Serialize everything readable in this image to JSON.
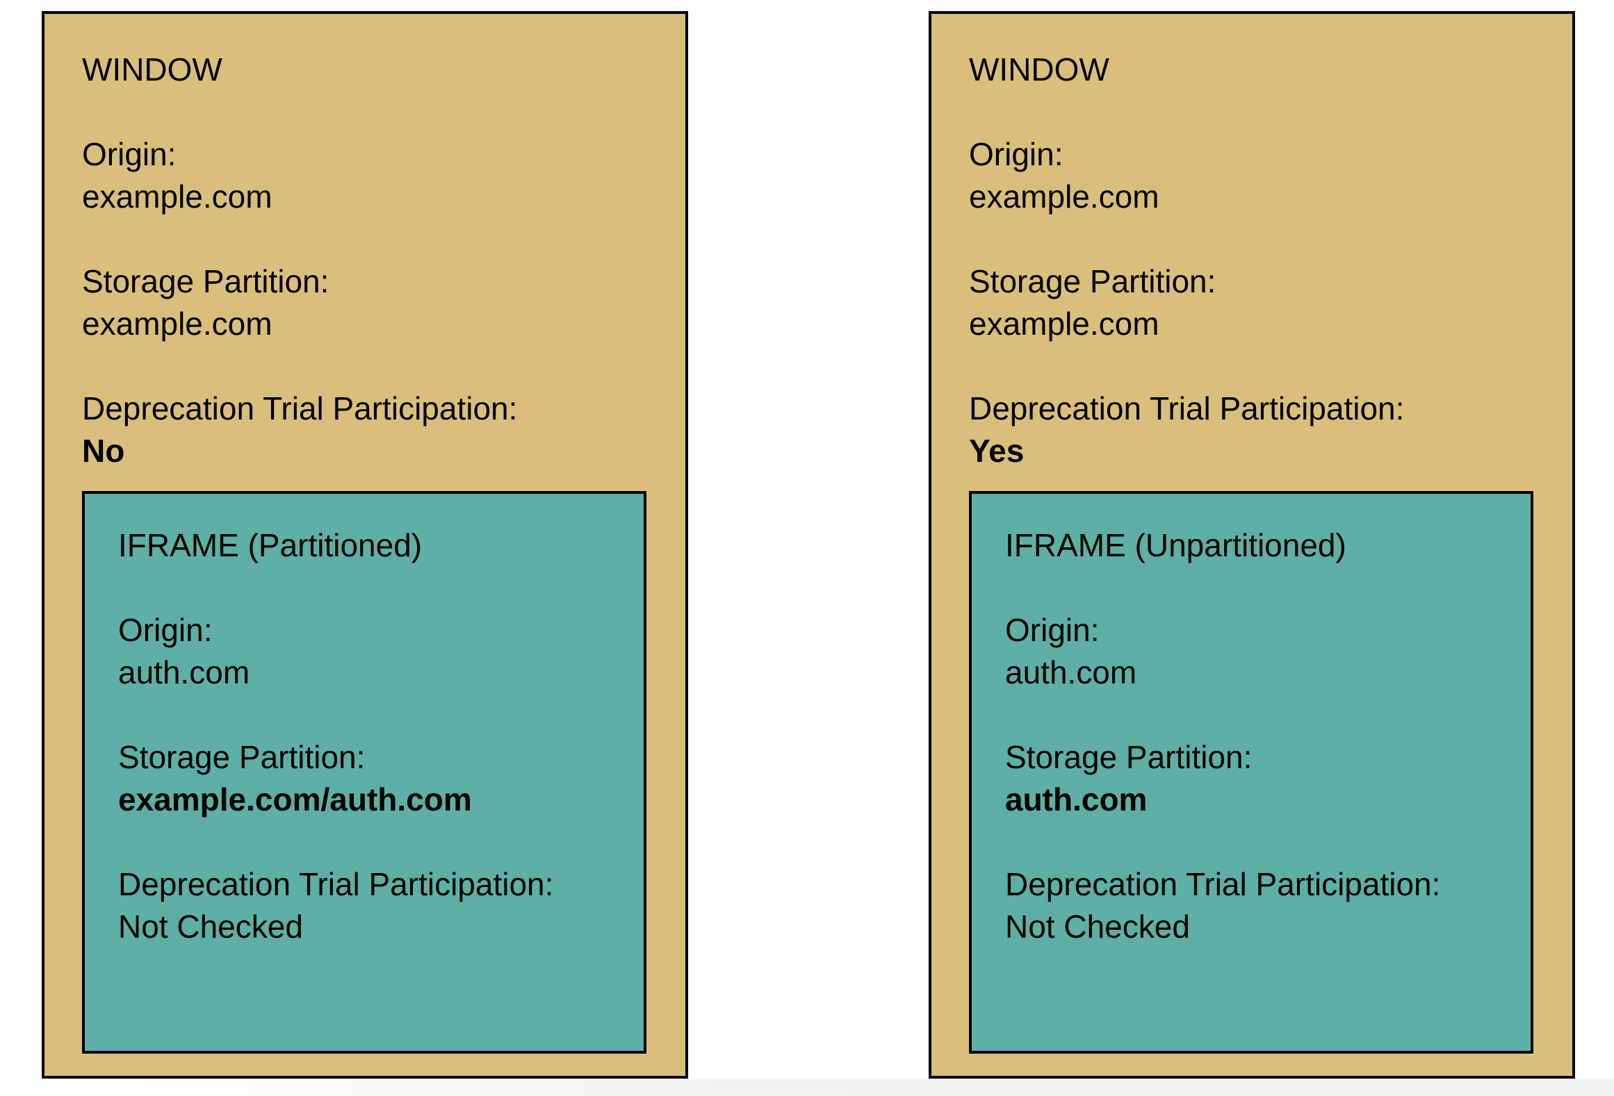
{
  "colors": {
    "window_bg": "#dabe7c",
    "iframe_bg": "#5eafa5",
    "border": "#000000",
    "footer_strip": "#f1f3f4"
  },
  "windows": [
    {
      "title": "WINDOW",
      "origin_label": "Origin:",
      "origin_value": "example.com",
      "storage_label": "Storage Partition:",
      "storage_value": "example.com",
      "trial_label": "Deprecation Trial Participation:",
      "trial_value": "No",
      "iframe": {
        "title": "IFRAME (Partitioned)",
        "origin_label": "Origin:",
        "origin_value": "auth.com",
        "storage_label": "Storage Partition:",
        "storage_value": "example.com/auth.com",
        "trial_label": "Deprecation Trial Participation:",
        "trial_value": "Not Checked"
      }
    },
    {
      "title": "WINDOW",
      "origin_label": "Origin:",
      "origin_value": "example.com",
      "storage_label": "Storage Partition:",
      "storage_value": "example.com",
      "trial_label": "Deprecation Trial Participation:",
      "trial_value": "Yes",
      "iframe": {
        "title": "IFRAME (Unpartitioned)",
        "origin_label": "Origin:",
        "origin_value": "auth.com",
        "storage_label": "Storage Partition:",
        "storage_value": "auth.com",
        "trial_label": "Deprecation Trial Participation:",
        "trial_value": "Not Checked"
      }
    }
  ]
}
